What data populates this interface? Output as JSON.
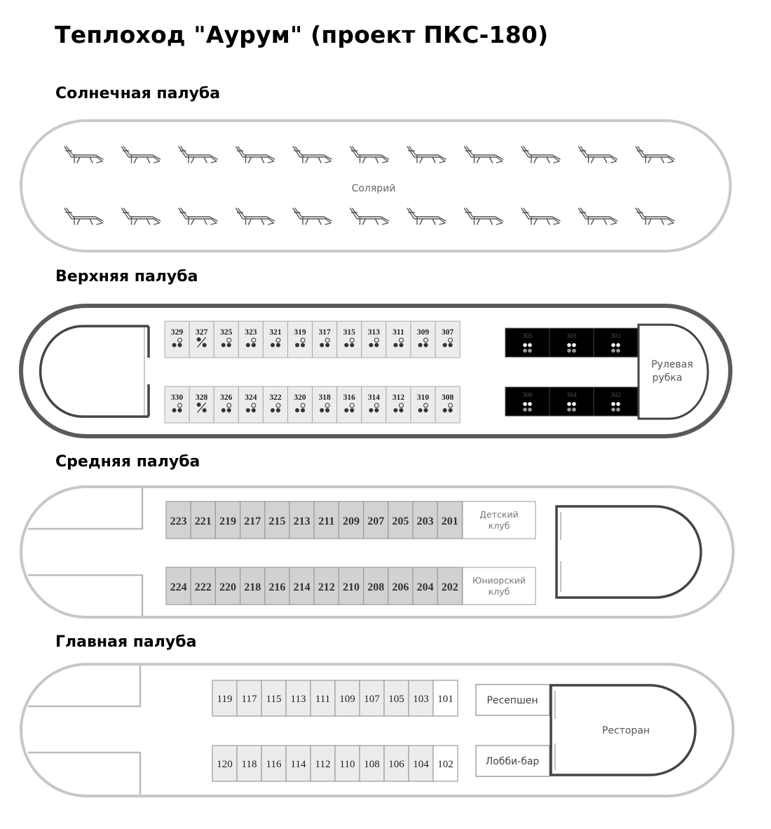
{
  "title": "Теплоход \"Аурум\" (проект ПКС-180)",
  "decks": {
    "sun": {
      "label": "Солнечная палуба",
      "area_label": "Солярий",
      "lounger_rows": 2,
      "loungers_per_row": 11,
      "icon": "sun-lounger-icon"
    },
    "upper": {
      "label": "Верхняя палуба",
      "cabins_top": [
        "329",
        "327",
        "325",
        "323",
        "321",
        "319",
        "317",
        "315",
        "313",
        "311",
        "309",
        "307"
      ],
      "cabins_bottom": [
        "330",
        "328",
        "326",
        "324",
        "322",
        "320",
        "318",
        "316",
        "314",
        "312",
        "310",
        "308"
      ],
      "suites_top": [
        "305",
        "303",
        "301"
      ],
      "suites_bottom": [
        "306",
        "304",
        "302"
      ],
      "wheelhouse": [
        "Рулевая",
        "рубка"
      ],
      "icon": "berth-icon"
    },
    "middle": {
      "label": "Средняя палуба",
      "cabins_top": [
        "223",
        "221",
        "219",
        "217",
        "215",
        "213",
        "211",
        "209",
        "207",
        "205",
        "203",
        "201"
      ],
      "cabins_bottom": [
        "224",
        "222",
        "220",
        "218",
        "216",
        "214",
        "212",
        "210",
        "208",
        "206",
        "204",
        "202"
      ],
      "kids_club": [
        "Детский",
        "клуб"
      ],
      "junior_club": [
        "Юниорский",
        "клуб"
      ]
    },
    "main": {
      "label": "Главная палуба",
      "cabins_top": [
        "119",
        "117",
        "115",
        "113",
        "111",
        "109",
        "107",
        "105",
        "103",
        "101"
      ],
      "cabins_bottom": [
        "120",
        "118",
        "116",
        "114",
        "112",
        "110",
        "108",
        "106",
        "104",
        "102"
      ],
      "reception": "Ресепшен",
      "lobby_bar": "Лобби-бар",
      "restaurant": "Ресторан"
    }
  },
  "colors": {
    "cabin_light": "#ececec",
    "cabin_gray": "#d2d2d2",
    "cabin_white": "#ffffff",
    "suite_black": "#000000",
    "outline_light": "#c4c4c4",
    "outline_dark": "#555555"
  }
}
